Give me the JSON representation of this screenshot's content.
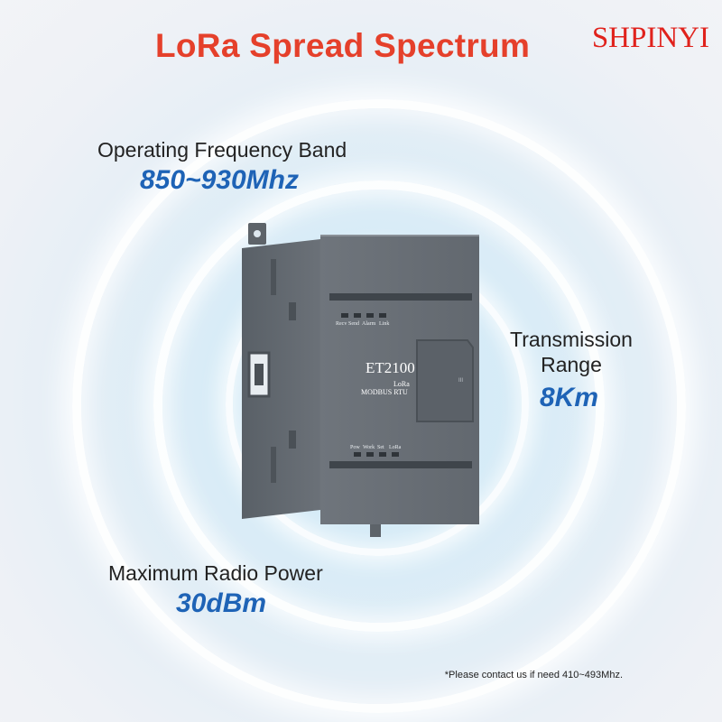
{
  "header": {
    "title": "LoRa Spread Spectrum",
    "brand": "SHPINYI"
  },
  "specs": {
    "frequency": {
      "label": "Operating Frequency Band",
      "value": "850~930Mhz"
    },
    "range": {
      "label_line1": "Transmission",
      "label_line2": "Range",
      "value": "8Km"
    },
    "power": {
      "label": "Maximum Radio Power",
      "value": "30dBm"
    }
  },
  "device": {
    "model": "ET2100",
    "subtitle_top": "LoRa",
    "subtitle_bottom": "MODBUS  RTU",
    "top_leds": [
      "Recv",
      "Send",
      "Alarm",
      "Link"
    ],
    "bottom_leds": [
      "Pow",
      "Work",
      "Set",
      "LoRa"
    ],
    "side_label": "III"
  },
  "footnote": "*Please contact us if need 410~493Mhz.",
  "colors": {
    "title_red": "#e5402b",
    "value_blue": "#1e63b6",
    "device_gray": "#6a7077"
  }
}
